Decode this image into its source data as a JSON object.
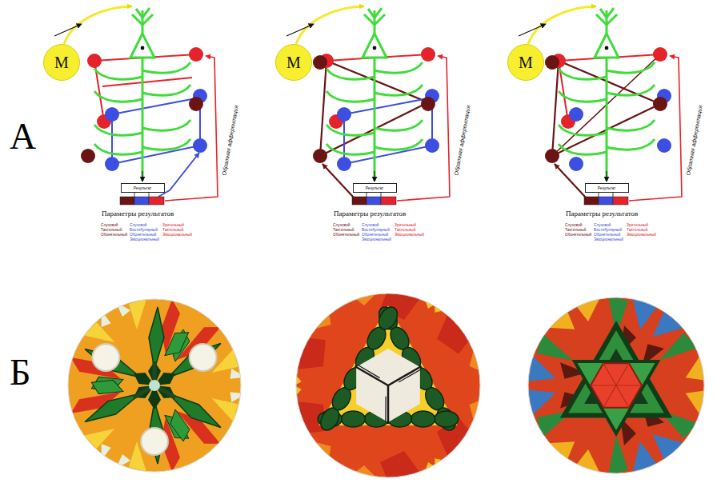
{
  "diagram": {
    "nodes": [
      {
        "text": [
          "М"
        ]
      },
      {
        "text": [
          "Результат"
        ]
      },
      {
        "text": [
          "М"
        ]
      },
      {
        "text": [
          "Результат"
        ]
      },
      {
        "text": [
          "М"
        ]
      },
      {
        "text": [
          "Результат"
        ]
      }
    ],
    "labels": [
      "А",
      "Обратная афферентация",
      "Параметры результатов",
      "Слуховой",
      "Тактильный",
      "Обонятельный",
      "Слуховой",
      "Вестибулярный",
      "Обонятельный",
      "Эмоциональный",
      "Зрительный",
      "Тактильный",
      "Эмоциональный",
      "Обратная афферентация",
      "Параметры результатов",
      "Слуховой",
      "Тактильный",
      "Обонятельный",
      "Слуховой",
      "Вестибулярный",
      "Обонятельный",
      "Эмоциональный",
      "Зрительный",
      "Тактильный",
      "Эмоциональный",
      "Обратная афферентация",
      "Параметры результатов",
      "Слуховой",
      "Тактильный",
      "Обонятельный",
      "Слуховой",
      "Вестибулярный",
      "Обонятельный",
      "Эмоциональный",
      "Зрительный",
      "Тактильный",
      "Эмоциональный",
      "Б"
    ]
  }
}
